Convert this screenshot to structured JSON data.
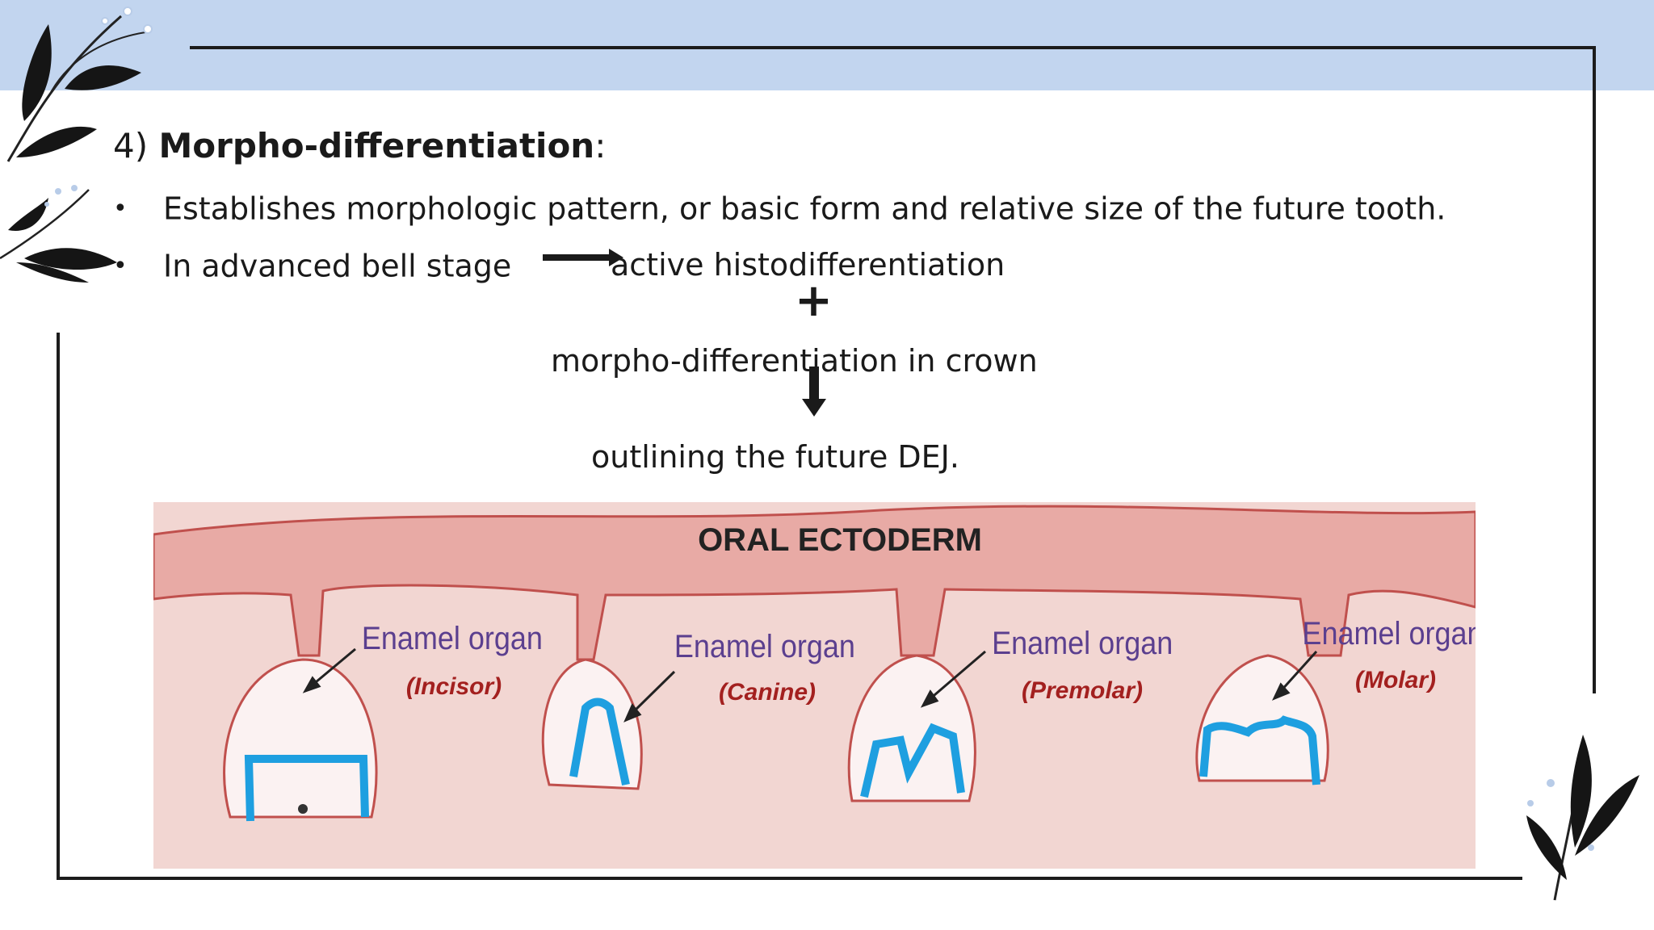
{
  "slide": {
    "title_number": "4)",
    "title_bold": "Morpho-differentiation",
    "title_suffix": ":",
    "bullets": [
      {
        "marker": "•",
        "text": "Establishes morphologic pattern, or basic form and relative size of the future tooth."
      },
      {
        "marker": "•",
        "text": "In advanced bell stage"
      }
    ],
    "flow": {
      "step1": "active histodifferentiation",
      "plus": "+",
      "step2": "morpho-differentiation in crown",
      "step3": "outlining the future DEJ."
    }
  },
  "figure": {
    "heading": "ORAL ECTODERM",
    "organs": [
      {
        "label": "Enamel organ",
        "tooth": "(Incisor)"
      },
      {
        "label": "Enamel organ",
        "tooth": "(Canine)"
      },
      {
        "label": "Enamel organ",
        "tooth": "(Premolar)"
      },
      {
        "label": "Enamel organ",
        "tooth": "(Molar)"
      }
    ],
    "colors": {
      "ectoderm": "#e8aaa5",
      "tissue": "#f2d6d2",
      "outline": "#c0504d",
      "dentin_line": "#1e9fe0",
      "label": "#5b3f8f",
      "tooth_name": "#a3201f"
    }
  },
  "theme": {
    "band": "#c2d5ef",
    "frame": "#1c1c1c"
  }
}
